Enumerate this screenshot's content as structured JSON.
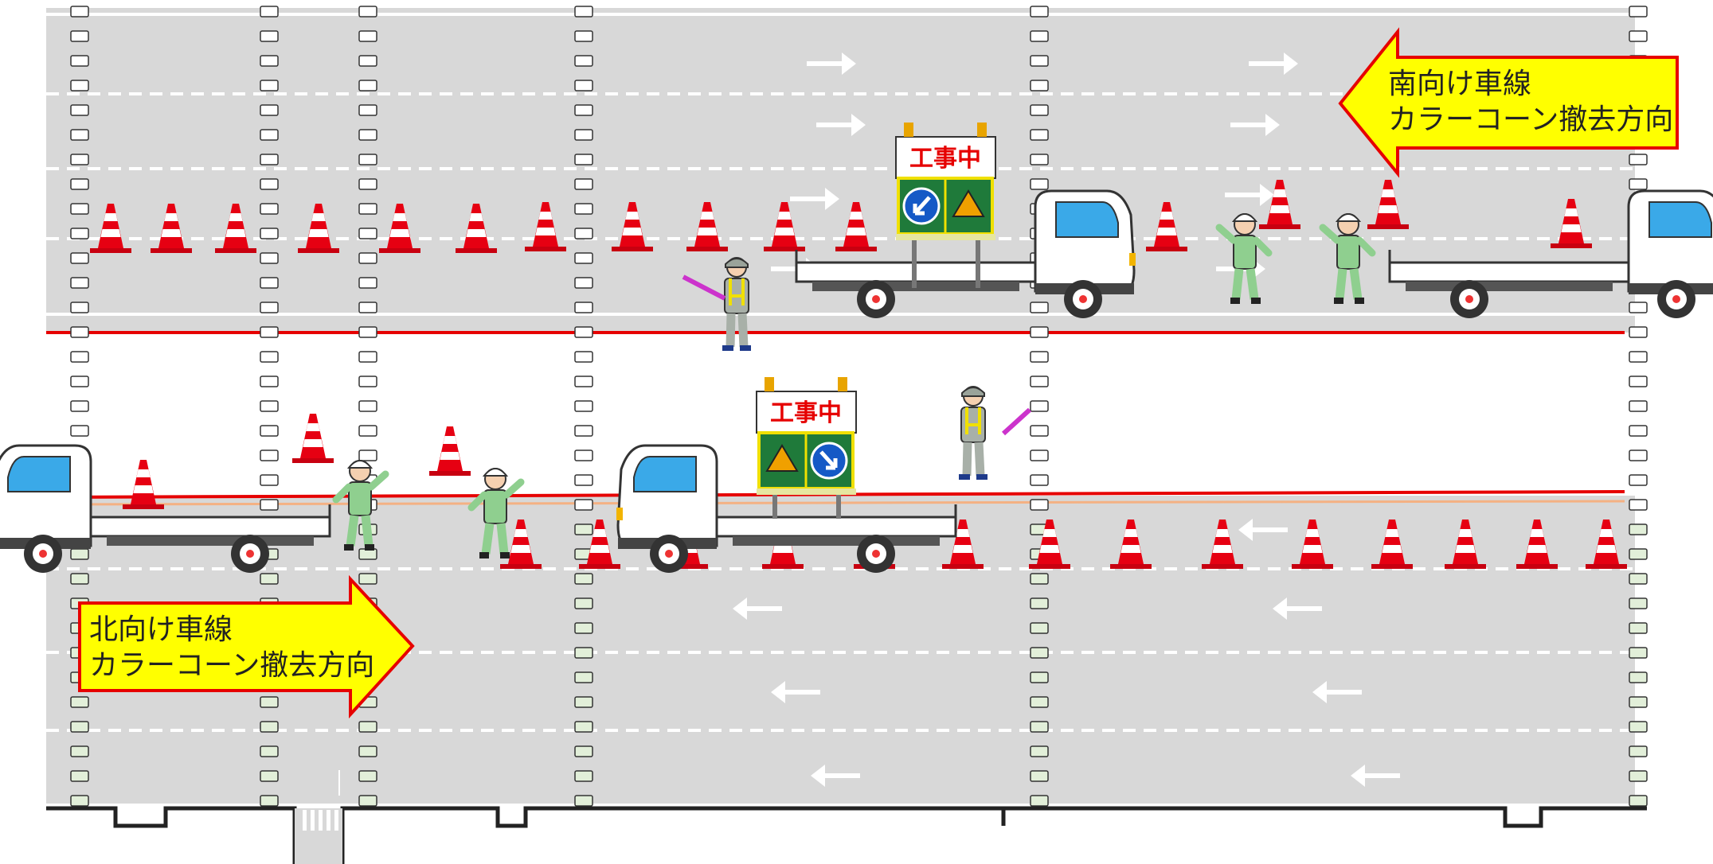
{
  "southbound_callout": {
    "line1": "南向け車線",
    "line2": "カラーコーン撤去方向"
  },
  "northbound_callout": {
    "line1": "北向け車線",
    "line2": "カラーコーン撤去方向"
  },
  "sign_upper": {
    "text": "工事中"
  },
  "sign_lower": {
    "text": "工事中"
  },
  "colors": {
    "road": "#d8d8d8",
    "cone_red": "#e60012",
    "callout_fill": "#ffff00",
    "callout_border": "#e60000",
    "boundary_line": "#e60000",
    "worker_green": "#8fcf8f"
  }
}
